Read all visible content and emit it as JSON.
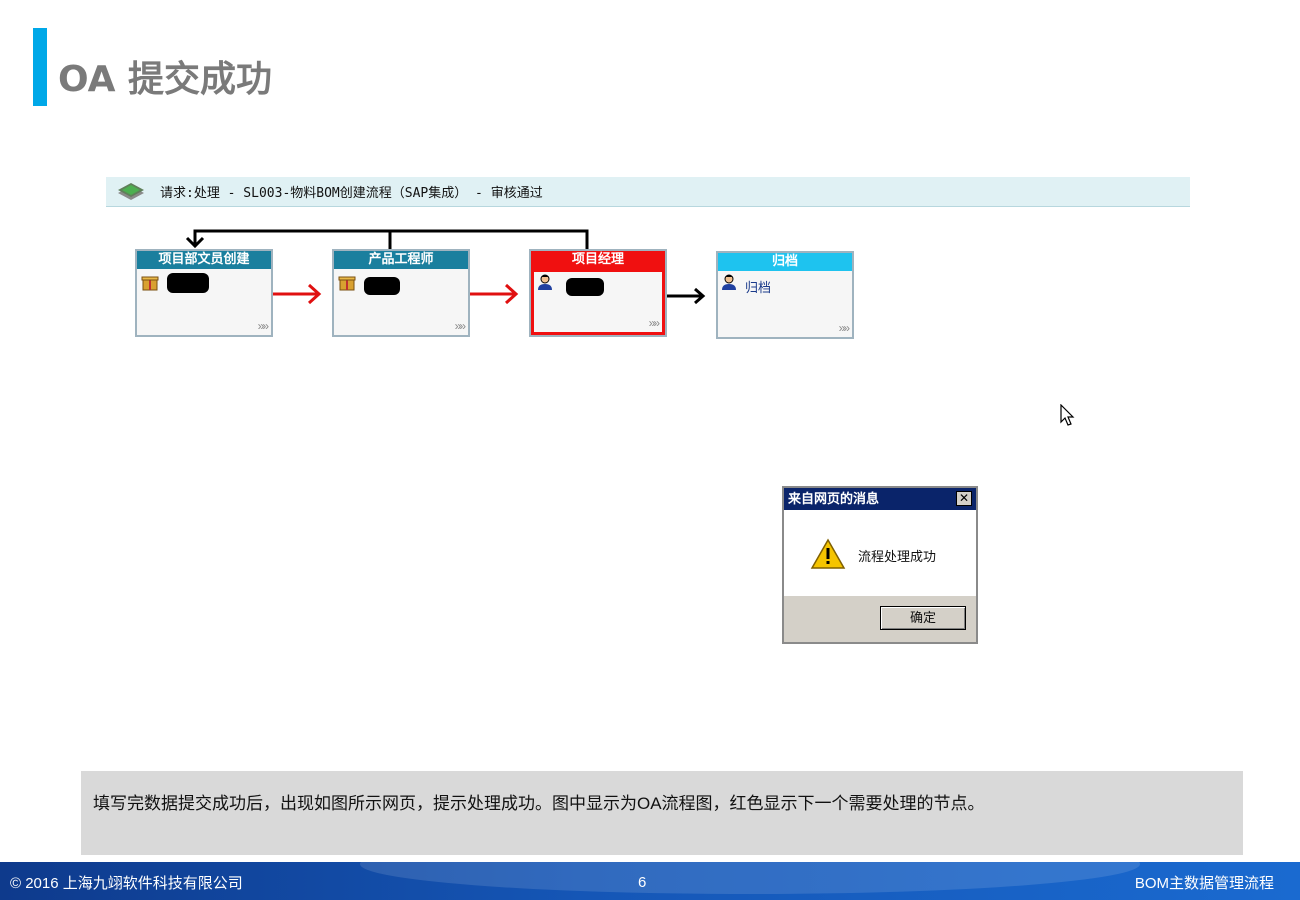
{
  "page": {
    "title": "OA 提交成功"
  },
  "request_bar": {
    "text": "请求:处理 - SL003-物料BOM创建流程（SAP集成） - 审核通过"
  },
  "flow": {
    "nodes": [
      {
        "title": "项目部文员创建",
        "state": "done",
        "label": ""
      },
      {
        "title": "产品工程师",
        "state": "done",
        "label": ""
      },
      {
        "title": "项目经理",
        "state": "current",
        "label": ""
      },
      {
        "title": "归档",
        "state": "pending",
        "label": "归档"
      }
    ],
    "chevron": "»»",
    "colors": {
      "done_head": "#1a7f9e",
      "current_head": "#f01010",
      "pending_head": "#1ec3ef",
      "arrow_red": "#e01010",
      "arrow_black": "#000000"
    }
  },
  "dialog": {
    "title": "来自网页的消息",
    "close": "✕",
    "message": "流程处理成功",
    "ok_label": "确定"
  },
  "description": {
    "text": "填写完数据提交成功后，出现如图所示网页，提示处理成功。图中显示为OA流程图，红色显示下一个需要处理的节点。"
  },
  "footer": {
    "copyright": "© 2016 上海九翊软件科技有限公司",
    "page_number": "6",
    "section": "BOM主数据管理流程"
  }
}
